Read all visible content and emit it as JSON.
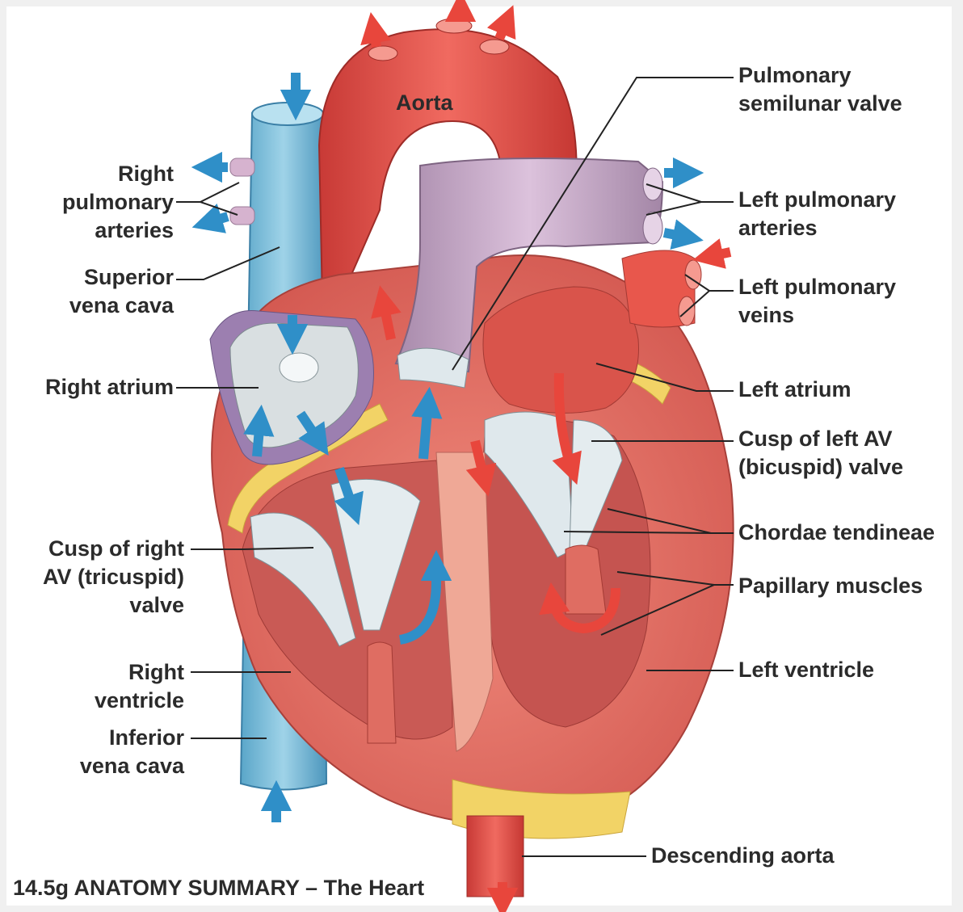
{
  "caption": "14.5g  ANATOMY SUMMARY – The Heart",
  "labels": {
    "aorta": "Aorta",
    "pulmonary_semilunar_valve": [
      "Pulmonary",
      "semilunar valve"
    ],
    "left_pulmonary_arteries": [
      "Left pulmonary",
      "arteries"
    ],
    "left_pulmonary_veins": [
      "Left pulmonary",
      "veins"
    ],
    "left_atrium": "Left atrium",
    "cusp_left_av": [
      "Cusp of left AV",
      "(bicuspid) valve"
    ],
    "chordae_tendineae": "Chordae tendineae",
    "papillary_muscles": "Papillary muscles",
    "left_ventricle": "Left ventricle",
    "descending_aorta": "Descending aorta",
    "right_pulmonary_arteries": [
      "Right",
      "pulmonary",
      "arteries"
    ],
    "superior_vena_cava": [
      "Superior",
      "vena cava"
    ],
    "right_atrium": "Right atrium",
    "cusp_right_av": [
      "Cusp of right",
      "AV (tricuspid)",
      "valve"
    ],
    "right_ventricle": [
      "Right",
      "ventricle"
    ],
    "inferior_vena_cava": [
      "Inferior",
      "vena cava"
    ]
  },
  "colors": {
    "oxygenated_blood": "#e8463c",
    "deoxygenated_blood": "#2f8fc8",
    "vein_blue": "#7fc1dc",
    "myocardium": "#e0665e",
    "pulmonary_trunk": "#c9a6c8",
    "fat": "#f2d366",
    "valve": "#dfe8ec"
  }
}
